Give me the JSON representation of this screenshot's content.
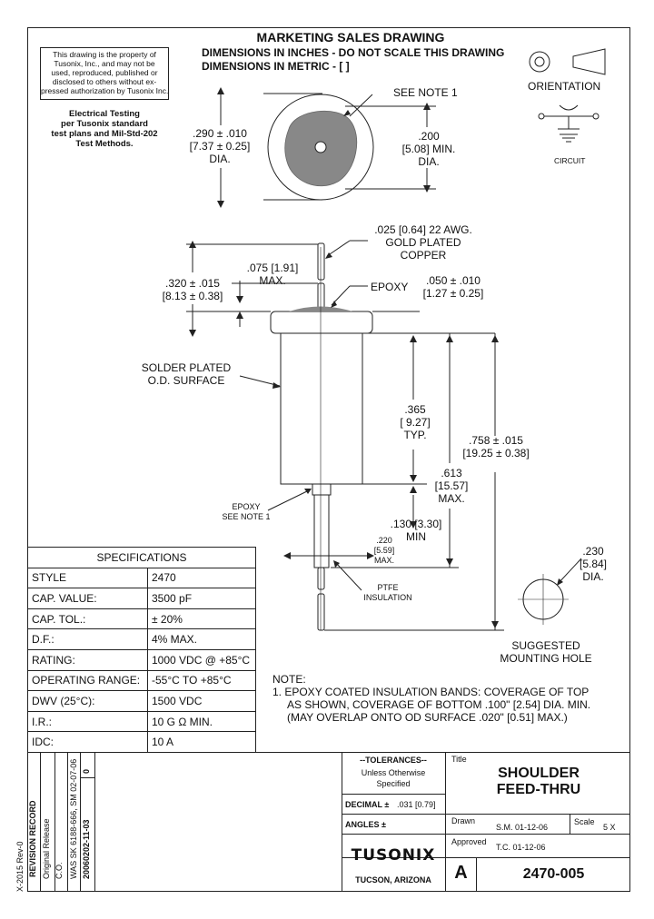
{
  "header": {
    "title": "MARKETING SALES DRAWING",
    "line1": "DIMENSIONS IN INCHES - DO NOT SCALE THIS DRAWING",
    "line2": "DIMENSIONS IN METRIC - [ ]"
  },
  "property_note": [
    "This drawing is the property of",
    "Tusonix, Inc., and may not be",
    "used, reproduced, published or",
    "disclosed to others without ex-",
    "pressed authorization by Tusonix Inc."
  ],
  "testing_note": [
    "Electrical Testing",
    "per Tusonix standard",
    "test plans and Mil-Std-202",
    "Test Methods."
  ],
  "labels": {
    "orientation": "ORIENTATION",
    "circuit": "CIRCUIT",
    "see_note1": "SEE NOTE 1",
    "dia_outer_1": ".290 ± .010",
    "dia_outer_2": "[7.37 ± 0.25]",
    "dia_outer_3": "DIA.",
    "min_200_1": ".200",
    "min_200_2": "[5.08] MIN.",
    "min_200_3": "DIA.",
    "wire_1": ".025 [0.64] 22 AWG.",
    "wire_2": "GOLD PLATED",
    "wire_3": "COPPER",
    "h320_1": ".320 ± .015",
    "h320_2": "[8.13 ± 0.38]",
    "h075_1": ".075 [1.91]",
    "h075_2": "MAX.",
    "epoxy": "EPOXY",
    "h050_1": ".050 ± .010",
    "h050_2": "[1.27 ± 0.25]",
    "solder_1": "SOLDER PLATED",
    "solder_2": "O.D. SURFACE",
    "h365_1": ".365",
    "h365_2": "[ 9.27]",
    "h365_3": "TYP.",
    "h758_1": ".758 ± .015",
    "h758_2": "[19.25 ± 0.38]",
    "h613_1": ".613",
    "h613_2": "[15.57]",
    "h613_3": "MAX.",
    "epoxy2_1": "EPOXY",
    "epoxy2_2": "SEE NOTE 1",
    "h130_1": ".130 [3.30]",
    "h130_2": "MIN",
    "d220_1": ".220",
    "d220_2": "[5.59]",
    "d220_3": "MAX.",
    "ptfe_1": "PTFE",
    "ptfe_2": "INSULATION",
    "hole_1": ".230",
    "hole_2": "[5.84]",
    "hole_3": "DIA.",
    "mount_1": "SUGGESTED",
    "mount_2": "MOUNTING HOLE"
  },
  "note": {
    "heading": "NOTE:",
    "lines": [
      "1.  EPOXY COATED INSULATION BANDS: COVERAGE OF TOP",
      "AS SHOWN, COVERAGE OF BOTTOM .100\" [2.54] DIA. MIN.",
      "(MAY OVERLAP ONTO OD SURFACE .020\" [0.51] MAX.)"
    ]
  },
  "specifications": {
    "heading": "SPECIFICATIONS",
    "rows": [
      {
        "label": "STYLE",
        "value": "2470"
      },
      {
        "label": "CAP. VALUE:",
        "value": "3500 pF"
      },
      {
        "label": "CAP. TOL.:",
        "value": "± 20%"
      },
      {
        "label": "D.F.:",
        "value": "4% MAX."
      },
      {
        "label": "RATING:",
        "value": "1000 VDC @ +85°C"
      },
      {
        "label": "OPERATING RANGE:",
        "value": "-55°C TO +85°C"
      },
      {
        "label": "DWV (25°C):",
        "value": "1500 VDC"
      },
      {
        "label": "I.R.:",
        "value": "10 G Ω MIN."
      },
      {
        "label": "IDC:",
        "value": "10 A"
      }
    ]
  },
  "title_block": {
    "tolerances": "--TOLERANCES--",
    "unless1": "Unless Otherwise",
    "unless2": "Specified",
    "decimal_label": "DECIMAL ±",
    "decimal_value": ".031 [0.79]",
    "angles_label": "ANGLES ±",
    "company": "TUSONIX",
    "location": "TUCSON, ARIZONA",
    "title_label": "Title",
    "title1": "SHOULDER",
    "title2": "FEED-THRU",
    "drawn_label": "Drawn",
    "drawn_value": "S.M. 01-12-06",
    "scale_label": "Scale",
    "scale_value": "5 X",
    "approved_label": "Approved",
    "approved_value": "T.C. 01-12-06",
    "size": "A",
    "part_number": "2470-005"
  },
  "revision": {
    "form": "X-2015 Rev-0",
    "heading": "REVISION RECORD",
    "col1a": "Original Release",
    "col1b": "C.O.",
    "col2": "WAS SK 6188-666, SM 02-07-06",
    "col3": "20060202-11-03",
    "rev": "0"
  }
}
